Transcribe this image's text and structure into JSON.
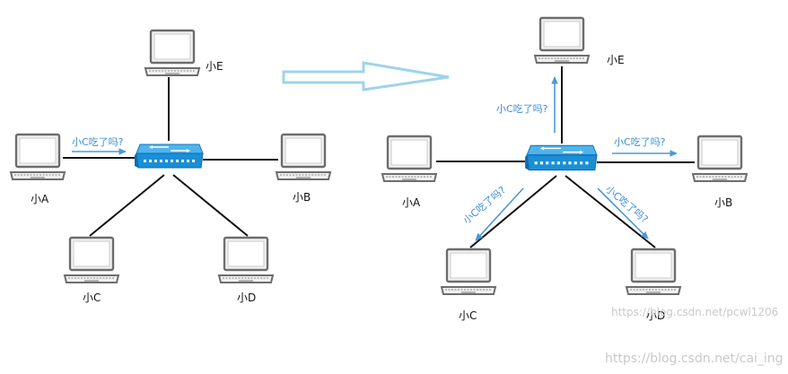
{
  "diagram": {
    "left": {
      "nodes": {
        "a": "小A",
        "b": "小B",
        "c": "小C",
        "d": "小D",
        "e": "小E"
      },
      "message": "小C吃了吗?"
    },
    "right": {
      "nodes": {
        "a": "小A",
        "b": "小B",
        "c": "小C",
        "d": "小D",
        "e": "小E"
      },
      "messages": {
        "to_e": "小C吃了吗?",
        "to_b": "小C吃了吗?",
        "to_c": "小C吃了吗?",
        "to_d": "小C吃了吗?"
      }
    },
    "watermarks": {
      "inner": "https://blog.csdn.net/pcwl1206",
      "outer": "https://blog.csdn.net/cai_ing"
    },
    "colors": {
      "link": "#111111",
      "arrow": "#4a9ad8",
      "switch": "#1a8fd6",
      "big_arrow": "#9fd3ea"
    }
  }
}
